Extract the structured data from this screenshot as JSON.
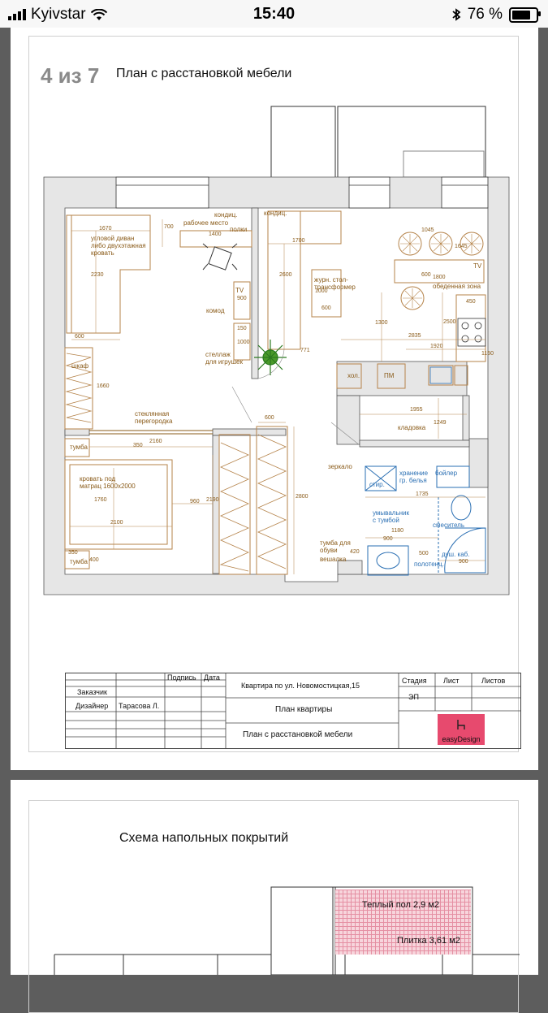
{
  "status_bar": {
    "carrier": "Kyivstar",
    "time": "15:40",
    "battery": "76 %"
  },
  "sheet1": {
    "page_counter": "4 из 7",
    "title": "План с расстановкой мебели",
    "labels": {
      "sofa": "угловой диван\nлибо двухэтажная\nкровать",
      "workplace": "рабочее место",
      "conditioner1": "кондиц.",
      "shelves": "полки",
      "conditioner2": "кондиц.",
      "tv1": "TV",
      "dresser": "комод",
      "rack": "стеллаж\nдля игрушек",
      "coffee_table": "журн. стол-\nтрансформер",
      "dining": "обеденная зона",
      "tv2": "TV",
      "wardrobe": "шкаф",
      "glass_partition": "стеклянная\nперегородка",
      "nightstand1": "тумба",
      "bed": "кровать под\nматрац 1600х2000",
      "nightstand2": "тумба",
      "fridge": "хол.",
      "dishwasher": "ПМ",
      "pantry": "кладовка",
      "mirror": "зеркало",
      "washer": "стир.",
      "linen_storage": "хранение\nгр. белья",
      "boiler": "бойлер",
      "sink": "умывальник\nс тумбой",
      "mixer": "смеситель",
      "shoe_cabinet": "тумба для\nобуви",
      "hanger": "вешалка",
      "towel": "полотенц.",
      "shower": "душ. каб."
    },
    "dims": {
      "d1670": "1670",
      "d1400": "1400",
      "d700": "700",
      "d2230": "2230",
      "d600a": "600",
      "d1700": "1700",
      "d2600": "2600",
      "d1000": "1000",
      "d600b": "600",
      "d900": "900",
      "d150": "150",
      "d1000b": "1000",
      "d771": "771",
      "d1045": "1045",
      "d1645": "1645",
      "d600c": "600",
      "d1800": "1800",
      "d450": "450",
      "d1300": "1300",
      "d2835": "2835",
      "d2500": "2500",
      "d1920": "1920",
      "d1150": "1150",
      "d1660": "1660",
      "d600d": "600",
      "d350": "350",
      "d2160": "2160",
      "d1955": "1955",
      "d1249": "1249",
      "d1760": "1760",
      "d960": "960",
      "d2190": "2190",
      "d2100": "2100",
      "d2800": "2800",
      "d1735": "1735",
      "d1180": "1180",
      "d900b": "900",
      "d500": "500",
      "d900c": "900",
      "d350b": "350",
      "d400": "400",
      "d420": "420"
    },
    "stamp": {
      "signature": "Подпись",
      "date": "Дата",
      "customer": "Заказчик",
      "designer": "Дизайнер",
      "designer_name": "Тарасова Л.",
      "address": "Квартира по ул. Новомостицкая,15",
      "plan": "План квартиры",
      "plan_furniture": "План с расстановкой мебели",
      "stage": "Стадия",
      "sheet": "Лист",
      "sheets": "Листов",
      "stage_value": "ЭП",
      "logo_text": "easyDesign"
    }
  },
  "sheet2": {
    "title": "Схема напольных покрытий",
    "warm_floor": "Теплый пол 2,9 м2",
    "tile": "Плитка 3,61 м2"
  }
}
